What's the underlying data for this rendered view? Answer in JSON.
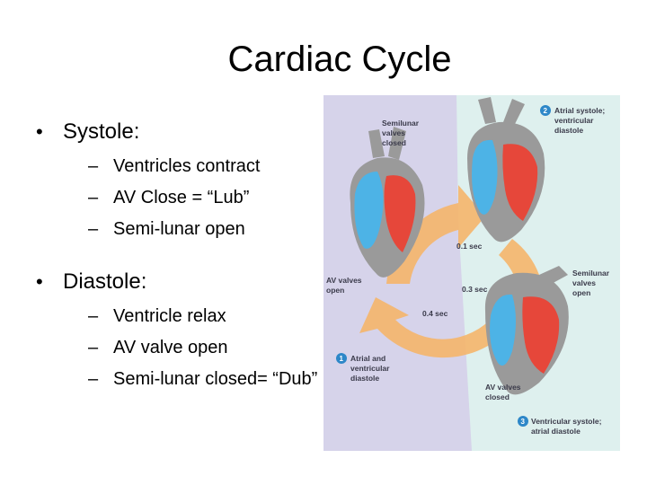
{
  "title": "Cardiac Cycle",
  "bullets": [
    {
      "label": "Systole:",
      "items": [
        "Ventricles contract",
        "AV Close = “Lub”",
        "Semi-lunar open"
      ]
    },
    {
      "label": "Diastole:",
      "items": [
        "Ventricle relax",
        "AV valve open",
        "Semi-lunar closed= “Dub”"
      ]
    }
  ],
  "diagram": {
    "labels": {
      "semilunar_closed": [
        "Semilunar",
        "valves",
        "closed"
      ],
      "av_open": [
        "AV valves",
        "open"
      ],
      "semilunar_open": [
        "Semilunar",
        "valves",
        "open"
      ],
      "av_closed": [
        "AV valves",
        "closed"
      ]
    },
    "times": {
      "t1": "0.1 sec",
      "t2": "0.3 sec",
      "t3": "0.4 sec"
    },
    "steps": [
      {
        "num": "1",
        "lines": [
          "Atrial and",
          "ventricular",
          "diastole"
        ]
      },
      {
        "num": "2",
        "lines": [
          "Atrial systole;",
          "ventricular",
          "diastole"
        ]
      },
      {
        "num": "3",
        "lines": [
          "Ventricular systole;",
          "atrial diastole"
        ]
      }
    ],
    "colors": {
      "diastole_panel": "#d6d3ea",
      "systole_panel": "#def0ee",
      "arrow": "#f5b56a",
      "blood_blue": "#4db3e6",
      "blood_red": "#e6473a",
      "wall_gray": "#9a9a9a",
      "step_badge": "#2d87c8"
    }
  }
}
